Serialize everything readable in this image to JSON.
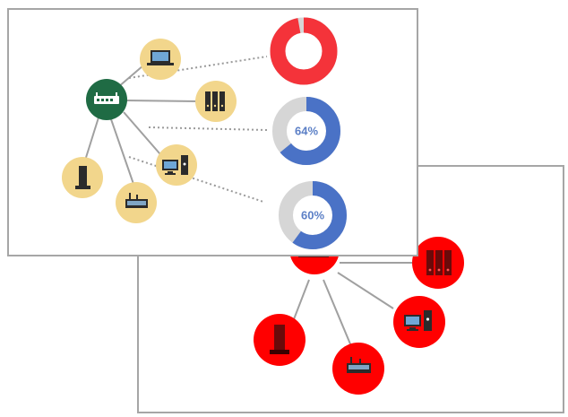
{
  "colors": {
    "hub_front": "#1f6b44",
    "node_front": "#f2d68c",
    "node_back": "#ff0000",
    "connector": "#a0a0a0",
    "dotted_connector": "#9a9a9a",
    "panel_border": "#a6a6a6",
    "donut_red": "#f4333a",
    "donut_blue": "#4a72c6",
    "donut_track": "#d6d6d6"
  },
  "front_diagram": {
    "hub": {
      "icon": "router-icon"
    },
    "nodes": [
      {
        "id": "laptop",
        "icon": "laptop-icon"
      },
      {
        "id": "server",
        "icon": "server-rack-icon"
      },
      {
        "id": "desktop",
        "icon": "desktop-computer-icon"
      },
      {
        "id": "tower",
        "icon": "tower-icon"
      },
      {
        "id": "switch",
        "icon": "network-switch-icon"
      }
    ]
  },
  "back_diagram": {
    "nodes": [
      {
        "id": "server",
        "icon": "server-rack-icon"
      },
      {
        "id": "desktop",
        "icon": "desktop-computer-icon"
      },
      {
        "id": "tower",
        "icon": "tower-icon"
      },
      {
        "id": "switch",
        "icon": "network-switch-icon"
      }
    ]
  },
  "gauges": [
    {
      "value": 97,
      "label": "97%",
      "color": "#f4333a",
      "text_color": "#ffffff"
    },
    {
      "value": 64,
      "label": "64%",
      "color": "#4a72c6",
      "text_color": "#5b7fc6"
    },
    {
      "value": 60,
      "label": "60%",
      "color": "#4a72c6",
      "text_color": "#5b7fc6"
    }
  ]
}
